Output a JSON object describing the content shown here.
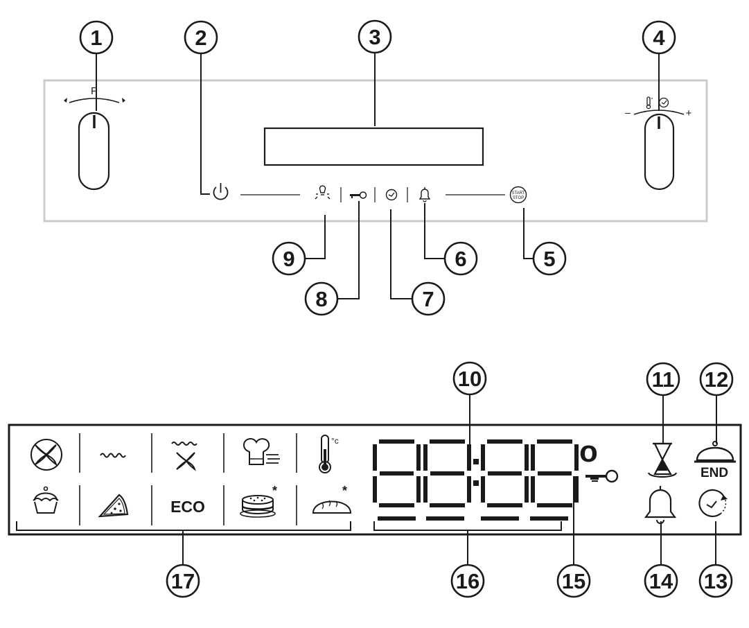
{
  "colors": {
    "ink": "#1a1a1a",
    "panel_border": "#c8cbcd",
    "background": "#ffffff"
  },
  "control_panel": {
    "left_knob_label": "P",
    "right_knob_minus": "–",
    "right_knob_plus": "+",
    "start_stop_line1": "START",
    "start_stop_line2": "STOP"
  },
  "display": {
    "digits": "88:88",
    "degree_mark": "o",
    "celsius_label": "°c",
    "eco_label": "ECO",
    "end_label": "END"
  },
  "callouts": [
    "1",
    "2",
    "3",
    "4",
    "5",
    "6",
    "7",
    "8",
    "9",
    "10",
    "11",
    "12",
    "13",
    "14",
    "15",
    "16",
    "17"
  ],
  "icons": {
    "panel": [
      "power-icon",
      "lamp-icon",
      "key-icon",
      "clock-icon",
      "bell-icon",
      "start-stop-icon"
    ],
    "functions": [
      "fan-ring-heater-icon",
      "bottom-heat-icon",
      "fan-grill-icon",
      "fast-heat-chef-icon",
      "thermometer-icon",
      "cake-icon",
      "pizza-icon",
      "eco-icon",
      "frozen-cake-icon",
      "bread-icon"
    ],
    "status": [
      "hourglass-icon",
      "end-cloche-icon",
      "key-lock-icon",
      "bell-icon",
      "clock-timer-icon"
    ]
  }
}
